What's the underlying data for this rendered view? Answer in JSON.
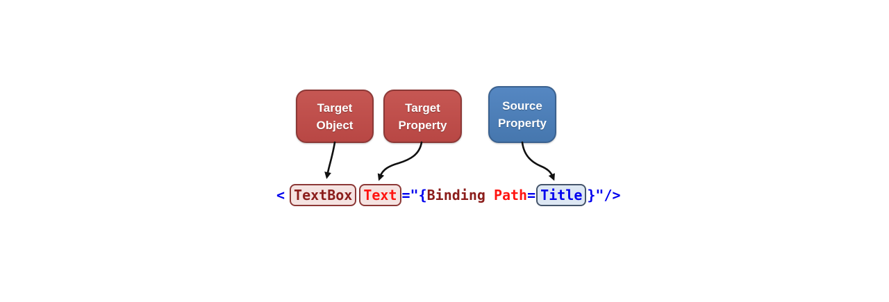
{
  "diagram": {
    "nodes": [
      {
        "id": "target-object",
        "line1": "Target",
        "line2": "Object",
        "fill": "#c0504d",
        "border": "#8c3836",
        "text_color": "#ffffff"
      },
      {
        "id": "target-property",
        "line1": "Target",
        "line2": "Property",
        "fill": "#c0504d",
        "border": "#8c3836",
        "text_color": "#ffffff"
      },
      {
        "id": "source-property",
        "line1": "Source",
        "line2": "Property",
        "fill": "#4f81bd",
        "border": "#3a618f",
        "text_color": "#ffffff"
      }
    ],
    "arrows": [
      {
        "from": "Target Object",
        "to": "TextBox"
      },
      {
        "from": "Target Property",
        "to": "Text"
      },
      {
        "from": "Source Property",
        "to": "Title"
      }
    ],
    "code": {
      "full_text": "<TextBox Text=\"{Binding Path=Title}\"/>",
      "tokens": {
        "open_angle": "<",
        "element_name": "TextBox",
        "attribute_name": "Text",
        "equals_quote_brace": "=\"{",
        "binding_keyword": "Binding",
        "path_keyword": "Path",
        "equals": "=",
        "path_value": "Title",
        "close_sequence": "}\"/>"
      },
      "colors": {
        "syntax_blue": "#0000ee",
        "element_maroon": "#8b1d1b",
        "attribute_red": "#ff1410",
        "highlight_pink_fill": "#f5e3e1",
        "highlight_pink_border": "#8c3836",
        "highlight_blue_fill": "#dde7f3",
        "highlight_blue_border": "#44546a",
        "arrow_color": "#111111"
      }
    }
  }
}
